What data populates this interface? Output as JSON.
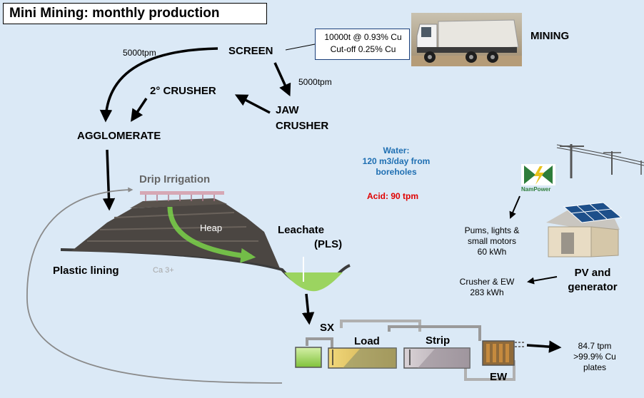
{
  "title": "Mini Mining: monthly production",
  "ore_grade": {
    "line1": "10000t @ 0.93% Cu",
    "line2": "Cut-off 0.25% Cu"
  },
  "labels": {
    "mining": "MINING",
    "screen": "SCREEN",
    "crusher2": "2° CRUSHER",
    "jaw1": "JAW",
    "jaw2": "CRUSHER",
    "agglomerate": "AGGLOMERATE",
    "rate_left": "5000tpm",
    "rate_right": "5000tpm",
    "drip": "Drip Irrigation",
    "heap": "Heap",
    "leachate1": "Leachate",
    "leachate2": "(PLS)",
    "plastic": "Plastic lining",
    "ca": "Ca 3+",
    "water1": "Water:",
    "water2": "120 m3/day from",
    "water3": "boreholes",
    "acid": "Acid: 90 tpm",
    "nampower": "NamPower",
    "pumps1": "Pums, lights &",
    "pumps2": "small motors",
    "pumps3": "60 kWh",
    "crusher_ew1": "Crusher & EW",
    "crusher_ew2": "283 kWh",
    "pv1": "PV and",
    "pv2": "generator",
    "sx": "SX",
    "load": "Load",
    "strip": "Strip",
    "ew": "EW",
    "out1": "84.7 tpm",
    "out2": ">99.9% Cu",
    "out3": "plates"
  },
  "colors": {
    "background": "#dbe9f6",
    "water_text": "#1f6fb2",
    "acid_text": "#e00000",
    "heap_dark": "#4a4540",
    "heap_arrow": "#7bd24a",
    "leachate_green": "#8fd14f",
    "nampower_green": "#2e7d3a",
    "nampower_yellow": "#e8c21a"
  },
  "icons": [
    "truck-icon",
    "power-pylon-icon",
    "nampower-logo-icon",
    "solar-house-icon",
    "drip-pipe-icon"
  ]
}
